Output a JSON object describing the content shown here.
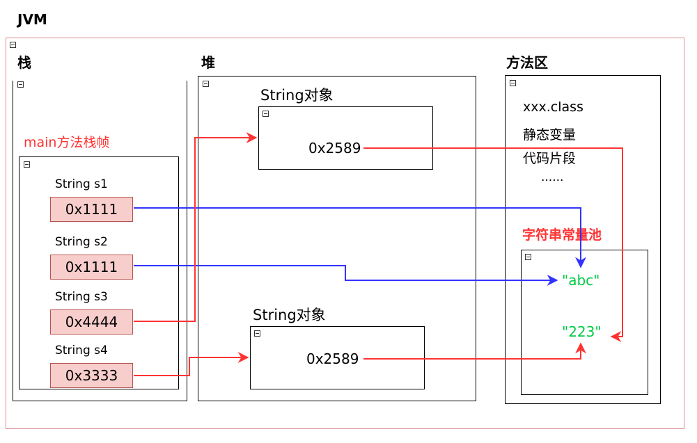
{
  "jvm_title": "JVM",
  "stack": {
    "title": "栈",
    "frame_label": "main方法栈帧",
    "vars": [
      {
        "name": "String s1",
        "value": "0x1111"
      },
      {
        "name": "String s2",
        "value": "0x1111"
      },
      {
        "name": "String s3",
        "value": "0x4444"
      },
      {
        "name": "String s4",
        "value": "0x3333"
      }
    ]
  },
  "heap": {
    "title": "堆",
    "objects": [
      {
        "label": "String对象",
        "value": "0x2589"
      },
      {
        "label": "String对象",
        "value": "0x2589"
      }
    ]
  },
  "method_area": {
    "title": "方法区",
    "items": [
      "xxx.class",
      "静态变量",
      "代码片段",
      "......"
    ],
    "pool_title": "字符串常量池",
    "pool_strings": [
      "\"abc\"",
      "\"223\""
    ]
  },
  "colors": {
    "red_arrow": "#ff3333",
    "blue_arrow": "#3333ff",
    "pool_title": "#ff3333",
    "frame_label": "#ff3333",
    "pool_string": "#00cc44",
    "cell_fill": "#f8cecc",
    "cell_border": "#b85450"
  }
}
